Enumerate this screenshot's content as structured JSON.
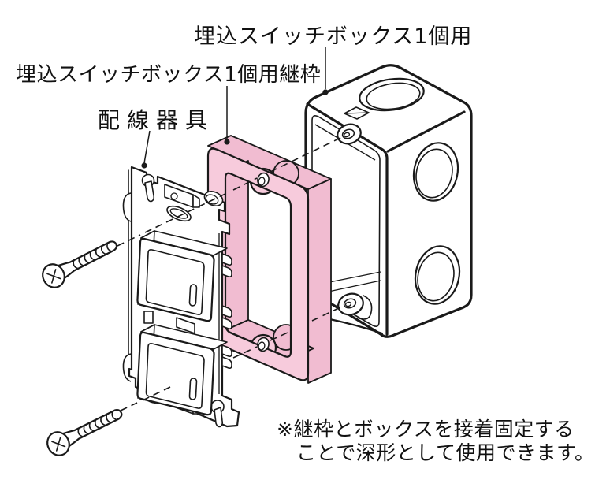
{
  "figure": {
    "type": "exploded-assembly-illustration",
    "background": "#FFFFFF",
    "line_color": "#1A1A1A",
    "colors": {
      "frame_pink": "#F7CBDC",
      "frame_pink_shade": "#F1BCD1"
    },
    "labels": {
      "box": "埋込スイッチボックス1個用",
      "frame": "埋込スイッチボックス1個用継枠",
      "device": "配線器具"
    },
    "note": {
      "line1": "※継枠とボックスを接着固定する",
      "line2": "ことで深形として使用できます。"
    }
  }
}
